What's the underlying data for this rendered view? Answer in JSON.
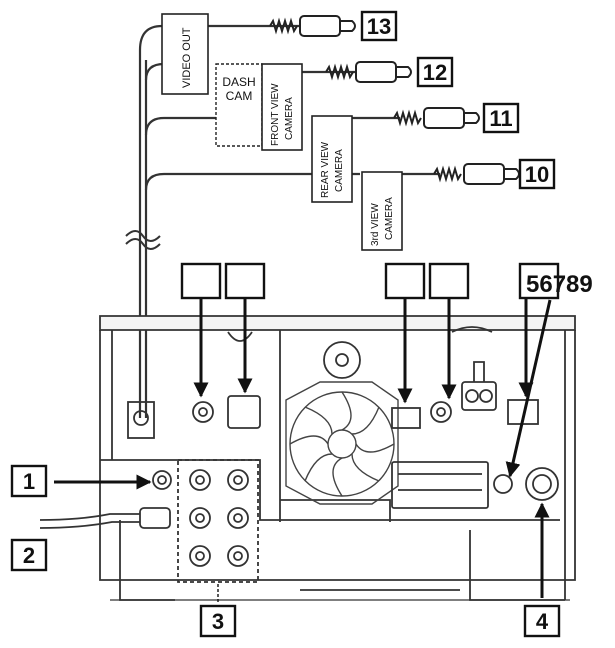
{
  "callouts": {
    "c1": "1",
    "c2": "2",
    "c3": "3",
    "c4": "4",
    "c56789": "56789",
    "c10": "10",
    "c11": "11",
    "c12": "12",
    "c13": "13"
  },
  "labels": {
    "video_out": "VIDEO OUT",
    "dash_cam_1": "DASH",
    "dash_cam_2": "CAM",
    "front_view_1": "FRONT VIEW",
    "front_view_2": "CAMERA",
    "rear_view_1": "REAR VIEW",
    "rear_view_2": "CAMERA",
    "third_view_1": "3rd VIEW",
    "third_view_2": "CAMERA"
  }
}
